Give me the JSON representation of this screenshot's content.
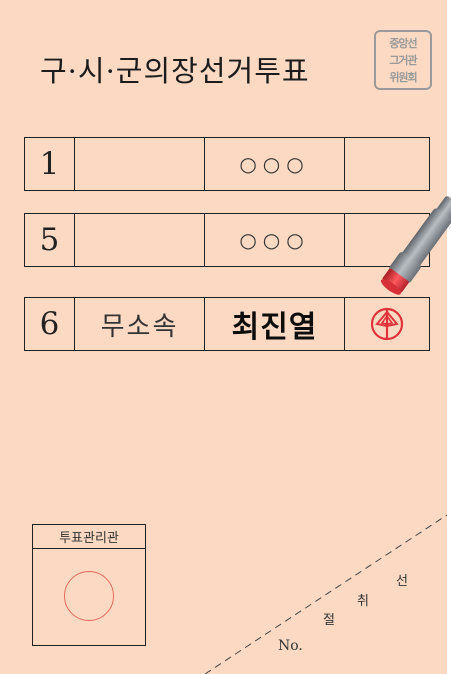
{
  "ballot": {
    "title": "구·시·군의장선거투표",
    "seal_lines": [
      "중앙선",
      "그거관",
      "위원회"
    ],
    "candidates": [
      {
        "number": "1",
        "party": "",
        "name": "○○○"
      },
      {
        "number": "5",
        "party": "",
        "name": "○○○"
      },
      {
        "number": "6",
        "party": "무소속",
        "name": "최진열"
      }
    ],
    "official_label": "투표관리관",
    "tear_off": {
      "chars": [
        "선",
        "취",
        "절"
      ],
      "no_label": "No."
    }
  },
  "colors": {
    "paper": "#fbd9c3",
    "stamp_red": "#e0323a",
    "official_stamp": "#e56a5a",
    "pen_body": "#8a8f95",
    "pen_tip": "#e0323a"
  },
  "icons": {
    "seal": "election-commission-seal-icon",
    "vote_stamp": "voting-stamp-mark-icon",
    "official_stamp": "official-stamp-circle-icon",
    "pen": "stamp-pen-icon"
  }
}
